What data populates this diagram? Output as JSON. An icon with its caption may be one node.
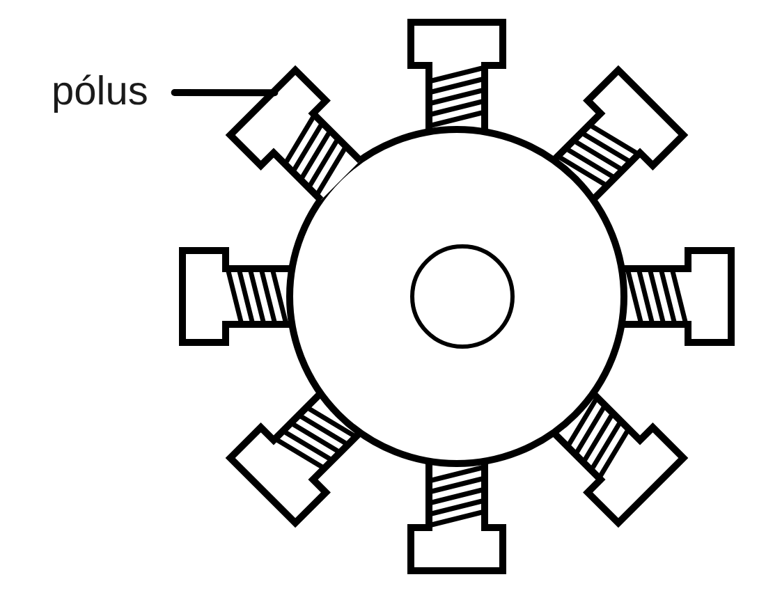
{
  "diagram": {
    "nodes": [
      {
        "text": [
          "pólus"
        ]
      },
      {
        "text": [],
        "shape": "picture"
      }
    ],
    "edges": [
      {
        "from": 0,
        "to": 1,
        "arrow": "none"
      }
    ]
  }
}
